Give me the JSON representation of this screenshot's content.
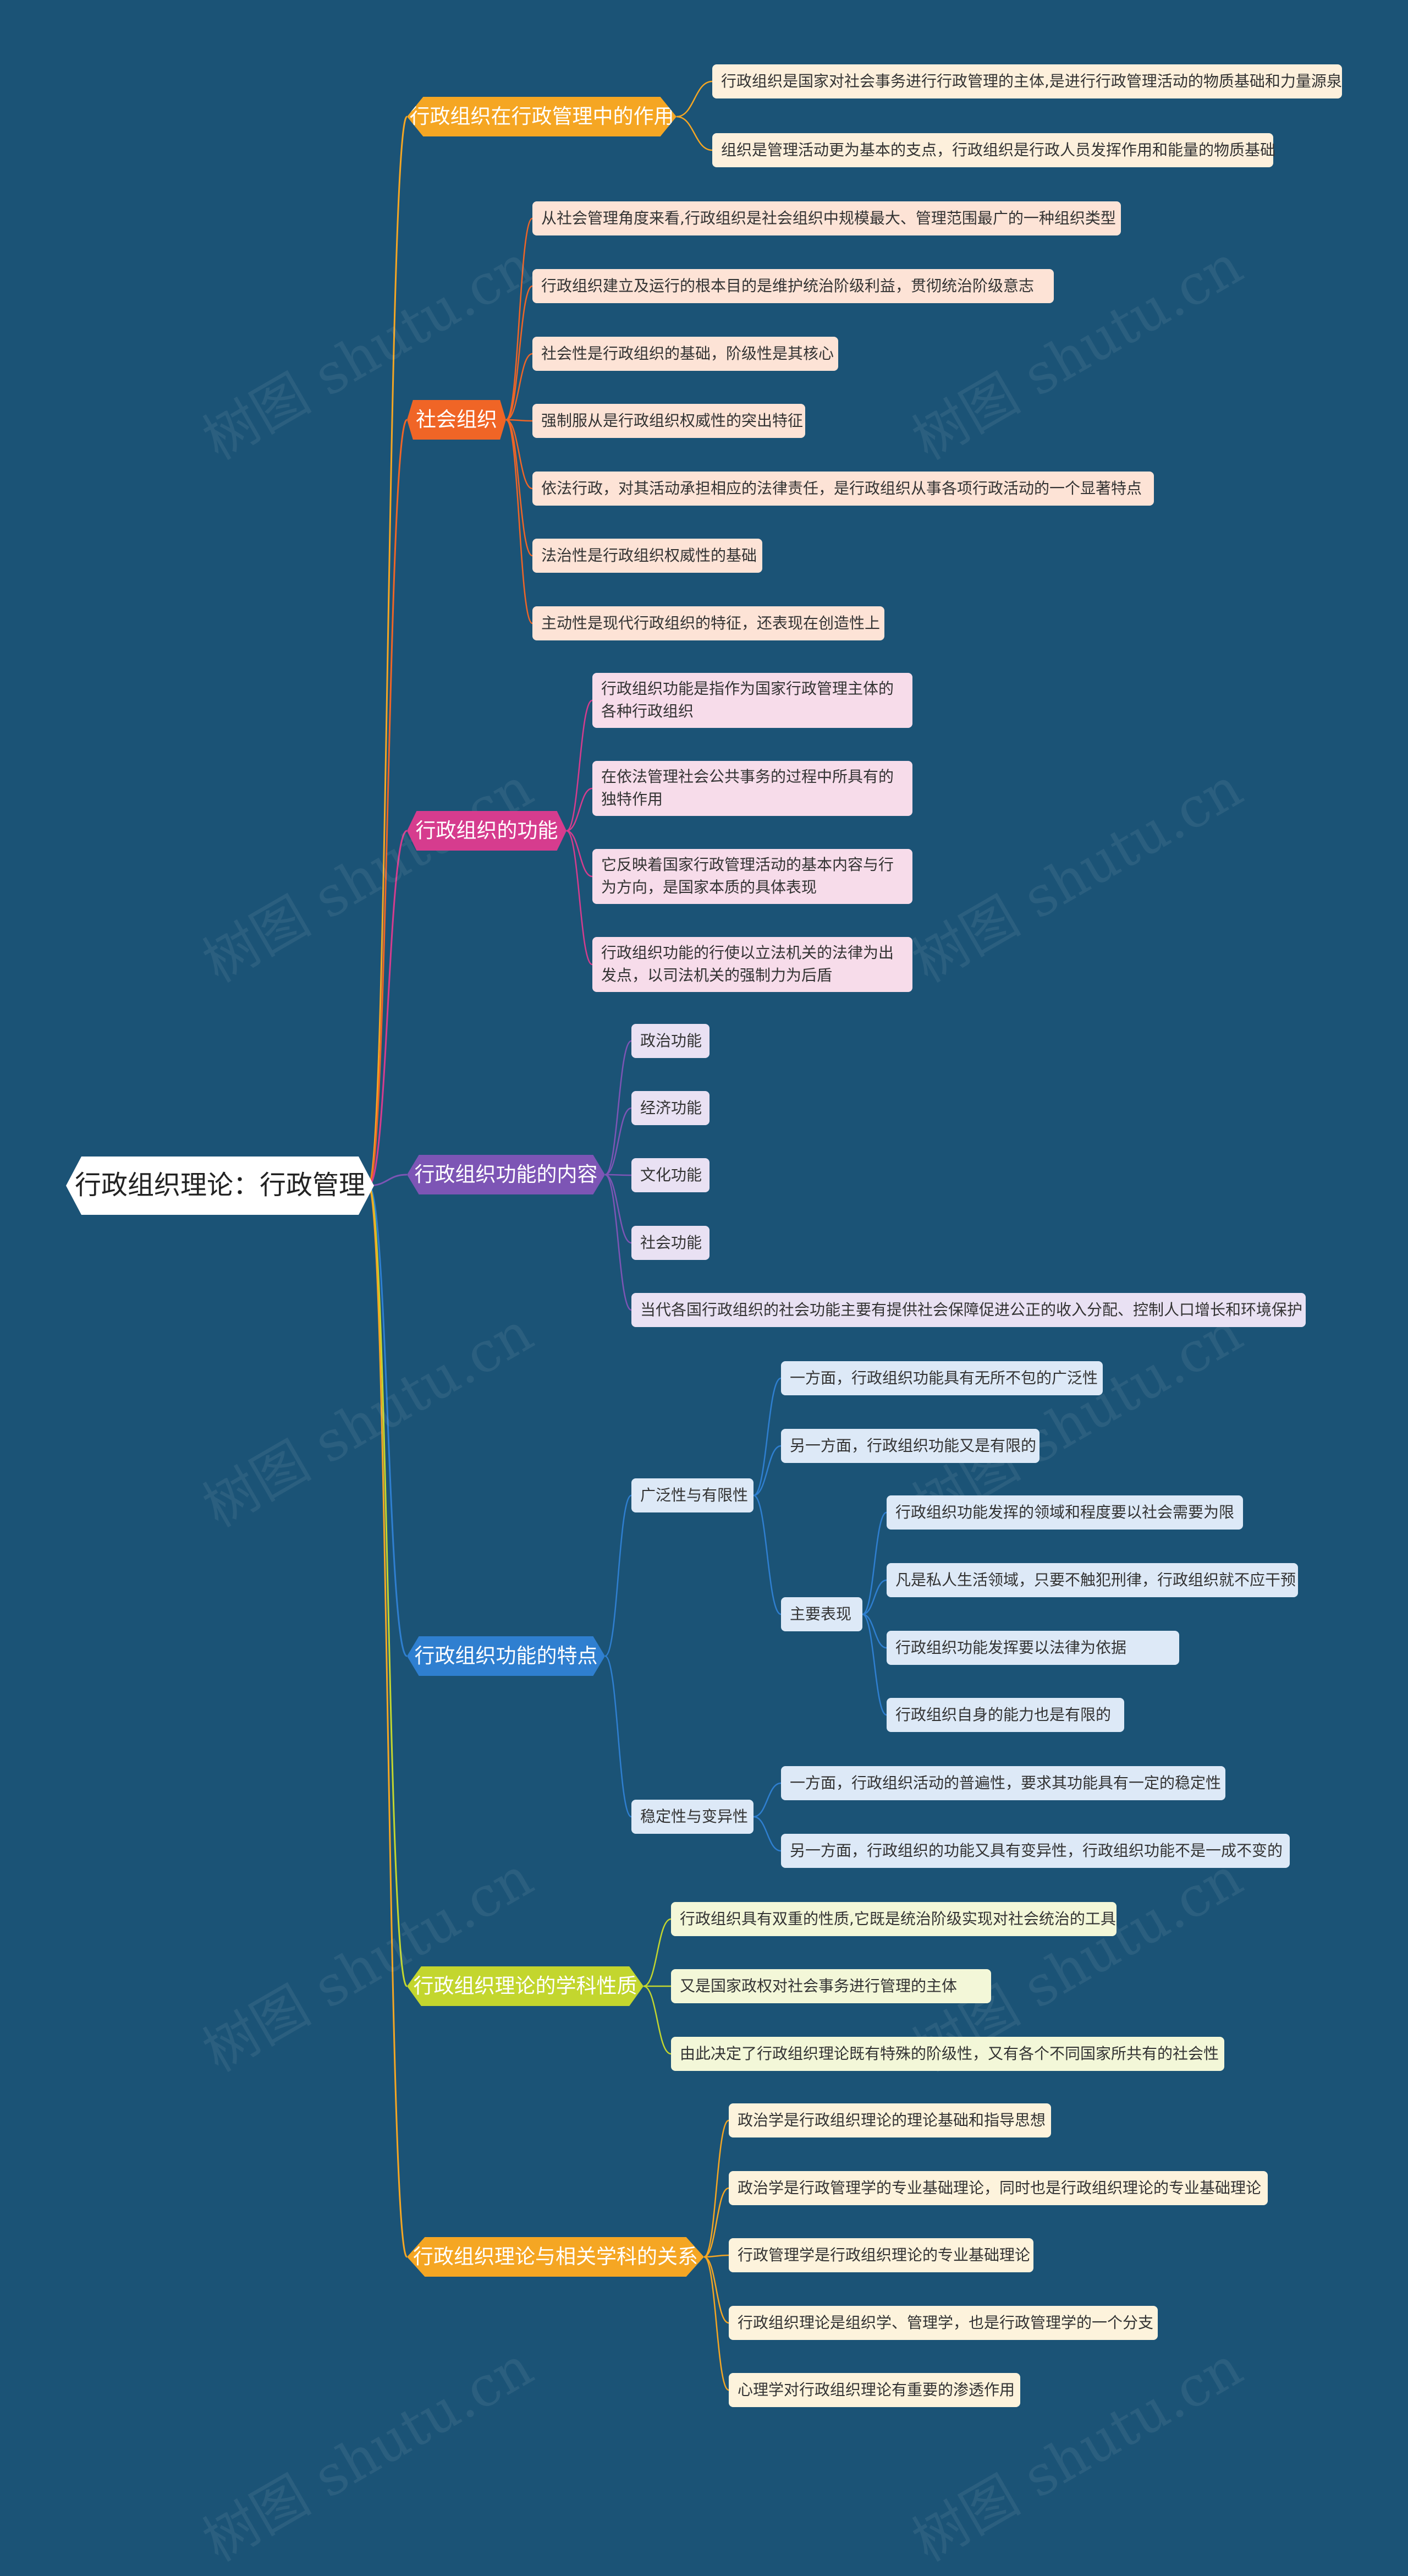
{
  "root": {
    "label": "行政组织理论：行政管理"
  },
  "watermark": "树图 shutu.cn",
  "branches": [
    {
      "label": "行政组织在行政管理中的作用",
      "color": "#f5a623",
      "leaf_bg": "#fdf0dc",
      "children": [
        {
          "label": "行政组织是国家对社会事务进行行政管理的主体,是进行行政管理活动的物质基础和力量源泉"
        },
        {
          "label": "组织是管理活动更为基本的支点，行政组织是行政人员发挥作用和能量的物质基础"
        }
      ]
    },
    {
      "label": "社会组织",
      "color": "#f06526",
      "leaf_bg": "#fde3d6",
      "children": [
        {
          "label": "从社会管理角度来看,行政组织是社会组织中规模最大、管理范围最广的一种组织类型"
        },
        {
          "label": "行政组织建立及运行的根本目的是维护统治阶级利益，贯彻统治阶级意志"
        },
        {
          "label": "社会性是行政组织的基础，阶级性是其核心"
        },
        {
          "label": "强制服从是行政组织权威性的突出特征"
        },
        {
          "label": "依法行政，对其活动承担相应的法律责任，是行政组织从事各项行政活动的一个显著特点"
        },
        {
          "label": "法治性是行政组织权威性的基础"
        },
        {
          "label": "主动性是现代行政组织的特征，还表现在创造性上"
        }
      ]
    },
    {
      "label": "行政组织的功能",
      "color": "#d63c8e",
      "leaf_bg": "#f7dcea",
      "children": [
        {
          "label": "行政组织功能是指作为国家行政管理主体的各种行政组织"
        },
        {
          "label": "在依法管理社会公共事务的过程中所具有的独特作用"
        },
        {
          "label": "它反映着国家行政管理活动的基本内容与行为方向，是国家本质的具体表现"
        },
        {
          "label": "行政组织功能的行使以立法机关的法律为出发点，以司法机关的强制力为后盾"
        }
      ]
    },
    {
      "label": "行政组织功能的内容",
      "color": "#7d55b5",
      "leaf_bg": "#e9e1f3",
      "children": [
        {
          "label": "政治功能"
        },
        {
          "label": "经济功能"
        },
        {
          "label": "文化功能"
        },
        {
          "label": "社会功能"
        },
        {
          "label": "当代各国行政组织的社会功能主要有提供社会保障促进公正的收入分配、控制人口增长和环境保护"
        }
      ]
    },
    {
      "label": "行政组织功能的特点",
      "color": "#2f7fd0",
      "leaf_bg": "#dde9f7",
      "children": [
        {
          "label": "广泛性与有限性",
          "children": [
            {
              "label": "一方面，行政组织功能具有无所不包的广泛性"
            },
            {
              "label": "另一方面，行政组织功能又是有限的"
            },
            {
              "label": "主要表现",
              "children": [
                {
                  "label": "行政组织功能发挥的领域和程度要以社会需要为限"
                },
                {
                  "label": "凡是私人生活领域，只要不触犯刑律，行政组织就不应干预"
                },
                {
                  "label": "行政组织功能发挥要以法律为依据"
                },
                {
                  "label": "行政组织自身的能力也是有限的"
                }
              ]
            }
          ]
        },
        {
          "label": "稳定性与变异性",
          "children": [
            {
              "label": "一方面，行政组织活动的普遍性，要求其功能具有一定的稳定性"
            },
            {
              "label": "另一方面，行政组织的功能又具有变异性，行政组织功能不是一成不变的"
            }
          ]
        }
      ]
    },
    {
      "label": "行政组织理论的学科性质",
      "color": "#c3d62e",
      "leaf_bg": "#f3f7d8",
      "children": [
        {
          "label": "行政组织具有双重的性质,它既是统治阶级实现对社会统治的工具"
        },
        {
          "label": "又是国家政权对社会事务进行管理的主体"
        },
        {
          "label": "由此决定了行政组织理论既有特殊的阶级性，又有各个不同国家所共有的社会性"
        }
      ]
    },
    {
      "label": "行政组织理论与相关学科的关系",
      "color": "#f5a623",
      "leaf_bg": "#fdf3dc",
      "children": [
        {
          "label": "政治学是行政组织理论的理论基础和指导思想"
        },
        {
          "label": "政治学是行政管理学的专业基础理论，同时也是行政组织理论的专业基础理论"
        },
        {
          "label": "行政管理学是行政组织理论的专业基础理论"
        },
        {
          "label": "行政组织理论是组织学、管理学，也是行政管理学的一个分支"
        },
        {
          "label": "心理学对行政组织理论有重要的渗透作用"
        }
      ]
    }
  ]
}
